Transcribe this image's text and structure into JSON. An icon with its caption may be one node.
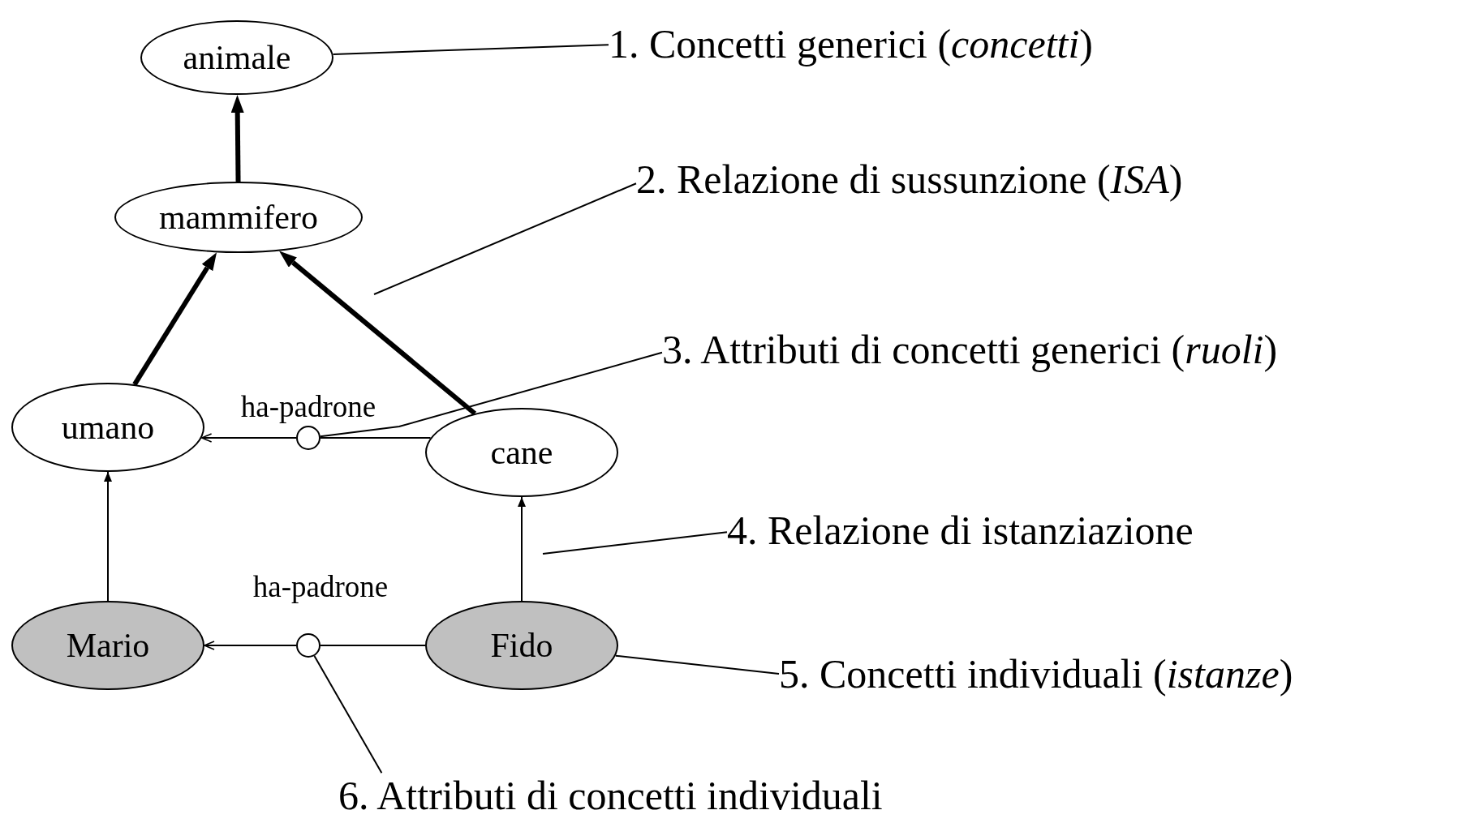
{
  "diagram": {
    "nodes": [
      {
        "text": [
          "animale"
        ]
      },
      {
        "text": [
          "1. Concetti generici (*concetti*)"
        ]
      },
      {
        "text": [
          "mammifero"
        ]
      },
      {
        "text": [
          "2. Relazione di sussunzione (*ISA*)"
        ]
      },
      {
        "text": [
          "3. Attributi di concetti generici (*ruoli*)"
        ]
      },
      {
        "text": [
          "umano"
        ]
      },
      {
        "text": [],
        "shape": "circle",
        "beside": [
          "ha-padrone"
        ]
      },
      {
        "text": [
          "cane"
        ]
      },
      {
        "text": [
          "4. Relazione di istanziazione"
        ]
      },
      {
        "text": [
          "Mario"
        ]
      },
      {
        "text": [],
        "shape": "circle",
        "beside": [
          "ha-padrone"
        ]
      },
      {
        "text": [
          "Fido"
        ]
      },
      {
        "text": [
          "5. Concetti individuali (*istanze*)"
        ]
      },
      {
        "text": [
          "6. Attributi di concetti individuali"
        ]
      }
    ],
    "edges": [
      {
        "from": 2,
        "to": 0,
        "arrow": "to",
        "style": "thick"
      },
      {
        "from": 5,
        "to": 2,
        "arrow": "to",
        "style": "thick"
      },
      {
        "from": 7,
        "to": 2,
        "arrow": "to",
        "style": "thick"
      },
      {
        "from": 7,
        "to": 6,
        "arrow": "none"
      },
      {
        "from": 6,
        "to": 5,
        "arrow": "to"
      },
      {
        "from": 9,
        "to": 5,
        "arrow": "to"
      },
      {
        "from": 11,
        "to": 7,
        "arrow": "to"
      },
      {
        "from": 11,
        "to": 10,
        "arrow": "none"
      },
      {
        "from": 10,
        "to": 9,
        "arrow": "to"
      },
      {
        "from": 1,
        "to": 0,
        "arrow": "none"
      },
      {
        "from": 3,
        "to": null,
        "arrow": "none"
      },
      {
        "from": 4,
        "to": 6,
        "arrow": "none"
      },
      {
        "from": 8,
        "to": null,
        "arrow": "none"
      },
      {
        "from": 12,
        "to": 11,
        "arrow": "none"
      },
      {
        "from": 13,
        "to": 10,
        "arrow": "none"
      }
    ]
  }
}
